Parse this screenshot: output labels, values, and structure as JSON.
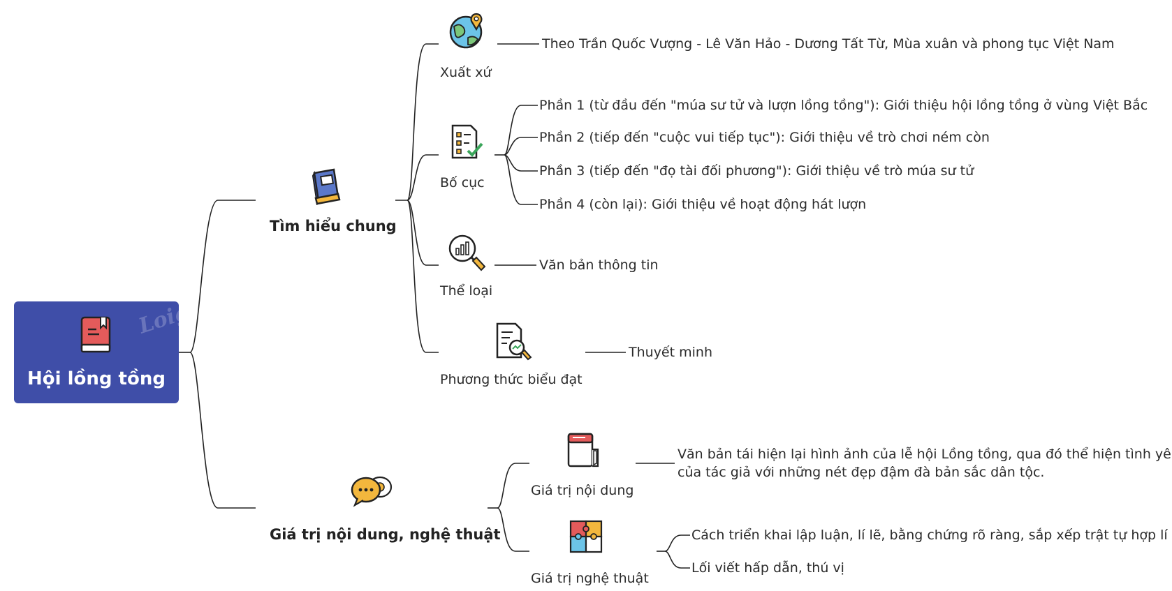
{
  "root": {
    "title": "Hội lồng tồng",
    "watermark": "Loig"
  },
  "branches": {
    "tim_hieu_chung": {
      "label": "Tìm hiểu chung",
      "xuat_xu": {
        "label": "Xuất xứ",
        "detail": "Theo Trần Quốc Vượng - Lê Văn Hảo - Dương Tất Từ, Mùa xuân và phong tục Việt Nam"
      },
      "bo_cuc": {
        "label": "Bố cục",
        "parts": [
          "Phần 1 (từ đầu đến \"múa sư tử và lượn lồng tồng\"): Giới thiệu hội lồng tồng ở vùng Việt Bắc",
          "Phần 2 (tiếp đến \"cuộc vui tiếp tục\"): Giới thiệu về trò chơi ném còn",
          "Phần 3 (tiếp đến \"đọ tài đối phương\"): Giới thiệu về trò múa sư tử",
          "Phần 4 (còn lại): Giới thiệu về hoạt động hát lượn"
        ]
      },
      "the_loai": {
        "label": "Thể loại",
        "detail": "Văn bản thông tin"
      },
      "phuong_thuc": {
        "label": "Phương thức biểu đạt",
        "detail": "Thuyết minh"
      }
    },
    "gia_tri": {
      "label": "Giá trị nội dung, nghệ thuật",
      "noi_dung": {
        "label": "Giá trị nội dung",
        "detail_lines": [
          "Văn bản tái hiện lại hình ảnh của lễ hội Lồng tồng, qua đó thể hiện tình yêu",
          "của tác giả với những nét đẹp đậm đà bản sắc dân tộc."
        ]
      },
      "nghe_thuat": {
        "label": "Giá trị nghệ thuật",
        "details": [
          "Cách triển khai lập luận, lí lẽ, bằng chứng rõ ràng, sắp xếp trật tự hợp lí",
          "Lối viết hấp dẫn, thú vị"
        ]
      }
    }
  },
  "icons": {
    "root": "red-book-icon",
    "tim_hieu_chung": "blue-book-icon",
    "xuat_xu": "globe-pin-icon",
    "bo_cuc": "checklist-icon",
    "the_loai": "magnifier-chart-icon",
    "phuong_thuc": "document-magnifier-icon",
    "gia_tri": "chat-bubbles-icon",
    "noi_dung": "notepad-icon",
    "nghe_thuat": "puzzle-icon"
  },
  "colors": {
    "root_bg": "#3f4ea8",
    "line": "#222222"
  }
}
